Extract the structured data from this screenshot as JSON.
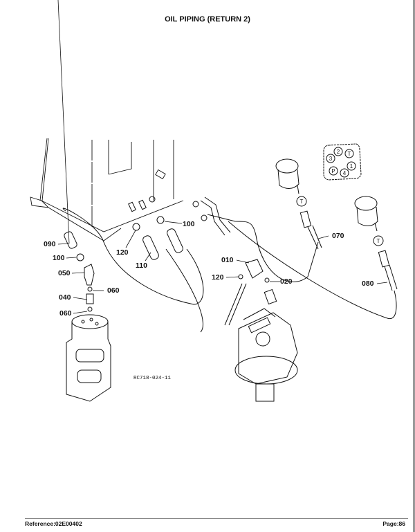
{
  "header": {
    "title": "OIL PIPING (RETURN 2)"
  },
  "diagram": {
    "reference_code": "RC718-024-11",
    "callouts": [
      "090",
      "100",
      "050",
      "060",
      "040",
      "060",
      "120",
      "110",
      "100",
      "070",
      "010",
      "120",
      "020",
      "080"
    ],
    "port_labels": [
      "2",
      "3",
      "T",
      "1",
      "P",
      "4"
    ],
    "connector_marks": [
      "T",
      "T"
    ]
  },
  "footer": {
    "reference": "Reference:02E00402",
    "page": "Page:86"
  }
}
